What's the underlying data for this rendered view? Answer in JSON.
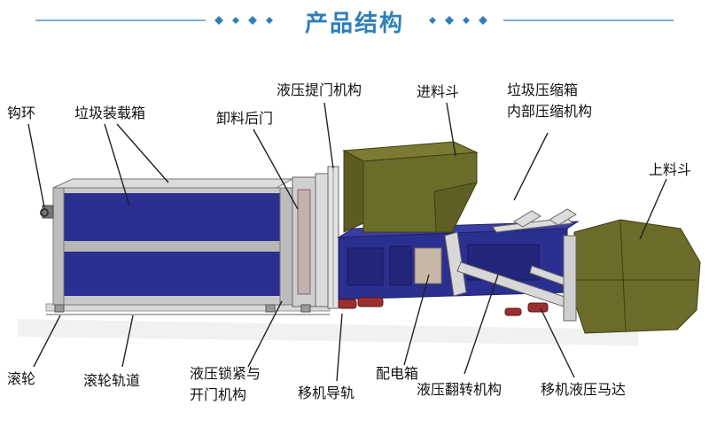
{
  "header": {
    "title": "产品结构",
    "accent_color": "#2e7fb8"
  },
  "labels": {
    "hook_ring": "钩环",
    "garbage_box": "垃圾装载箱",
    "rear_door": "卸料后门",
    "hydraulic_lift_door": "液压提门机构",
    "feed_hopper": "进料斗",
    "compression_box_line1": "垃圾压缩箱",
    "compression_box_line2": "内部压缩机构",
    "upper_hopper": "上料斗",
    "roller": "滚轮",
    "roller_track": "滚轮轨道",
    "lock_open_line1": "液压锁紧与",
    "lock_open_line2": "开门机构",
    "move_rail": "移机导轨",
    "electric_box": "配电箱",
    "flip_mechanism": "液压翻转机构",
    "move_motor": "移机液压马达"
  },
  "colors": {
    "box_blue": "#2b2f8f",
    "frame_gray": "#c8c8c8",
    "hopper_olive": "#6b6b2a",
    "plate_red": "#9b2f2f"
  }
}
